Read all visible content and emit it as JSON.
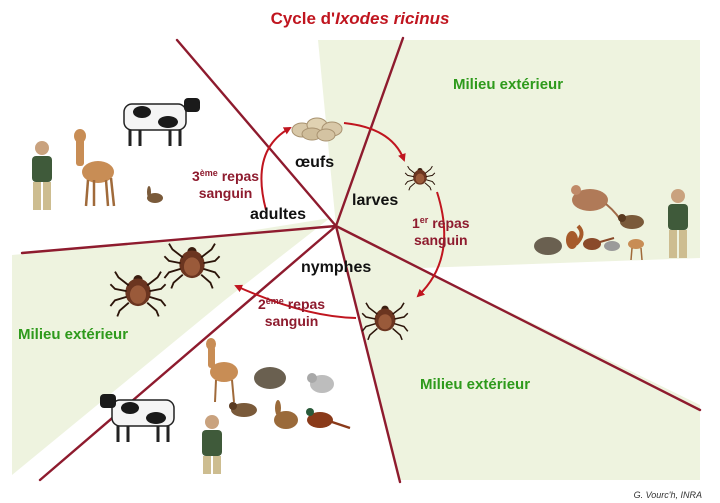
{
  "title": {
    "prefix": "Cycle d'",
    "species": "Ixodes ricinus"
  },
  "environment_labels": {
    "top_right": "Milieu extérieur",
    "left": "Milieu extérieur",
    "bottom_right": "Milieu extérieur"
  },
  "stages": {
    "eggs": "œufs",
    "larvae": "larves",
    "nymphs": "nymphes",
    "adults": "adultes"
  },
  "blood_meals": {
    "first": {
      "ordinal": "1",
      "sup": "er",
      "word": "repas",
      "line2": "sanguin"
    },
    "second": {
      "ordinal": "2",
      "sup": "ème",
      "word": "repas",
      "line2": "sanguin"
    },
    "third": {
      "ordinal": "3",
      "sup": "ème",
      "word": "repas",
      "line2": "sanguin"
    }
  },
  "credit": "G. Vourc'h, INRA",
  "colors": {
    "title": "#c0151f",
    "divider": "#8e1b2e",
    "environment_text": "#2e9a1c",
    "environment_fill": "#eef3df",
    "arrow": "#c0151f"
  },
  "icons": {
    "eggs": "tick-eggs-icon",
    "larva": "tick-larva-icon",
    "nymph": "tick-nymph-icon",
    "adults": "tick-adults-icon",
    "hosts_adult": [
      "human-icon",
      "deer-icon",
      "cow-icon",
      "hare-icon"
    ],
    "hosts_larva": [
      "mouse-icon",
      "bird-icon",
      "hedgehog-icon",
      "squirrel-icon",
      "pheasant-icon",
      "deer-icon",
      "human-icon"
    ],
    "hosts_nymph": [
      "cow-icon",
      "deer-icon",
      "hedgehog-icon",
      "squirrel-icon",
      "bird-icon",
      "hare-icon",
      "pheasant-icon",
      "human-icon"
    ]
  }
}
